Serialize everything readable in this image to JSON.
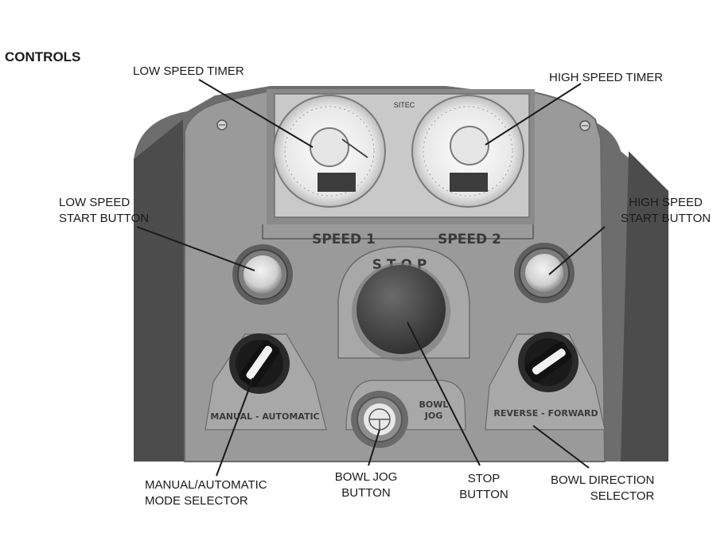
{
  "heading": "CONTROLS",
  "callouts": {
    "low_speed_timer": "LOW SPEED TIMER",
    "high_speed_timer": "HIGH SPEED TIMER",
    "low_speed_start_line1": "LOW SPEED",
    "low_speed_start_line2": "START BUTTON",
    "high_speed_start_line1": "HIGH SPEED",
    "high_speed_start_line2": "START BUTTON",
    "manual_auto_line1": "MANUAL/AUTOMATIC",
    "manual_auto_line2": "MODE SELECTOR",
    "bowl_jog_line1": "BOWL JOG",
    "bowl_jog_line2": "BUTTON",
    "stop_line1": "STOP",
    "stop_line2": "BUTTON",
    "bowl_dir_line1": "BOWL DIRECTION",
    "bowl_dir_line2": "SELECTOR"
  },
  "panel": {
    "brand": "SITEC",
    "speed1": "SPEED 1",
    "speed2": "SPEED 2",
    "stop": "STOP",
    "manual_automatic": "MANUAL - AUTOMATIC",
    "bowl_jog_line1": "BOWL",
    "bowl_jog_line2": "JOG",
    "reverse_forward": "REVERSE - FORWARD"
  },
  "icons": [
    "screw-icon",
    "dial-icon",
    "push-button-icon",
    "selector-knob-icon",
    "jog-button-icon"
  ]
}
